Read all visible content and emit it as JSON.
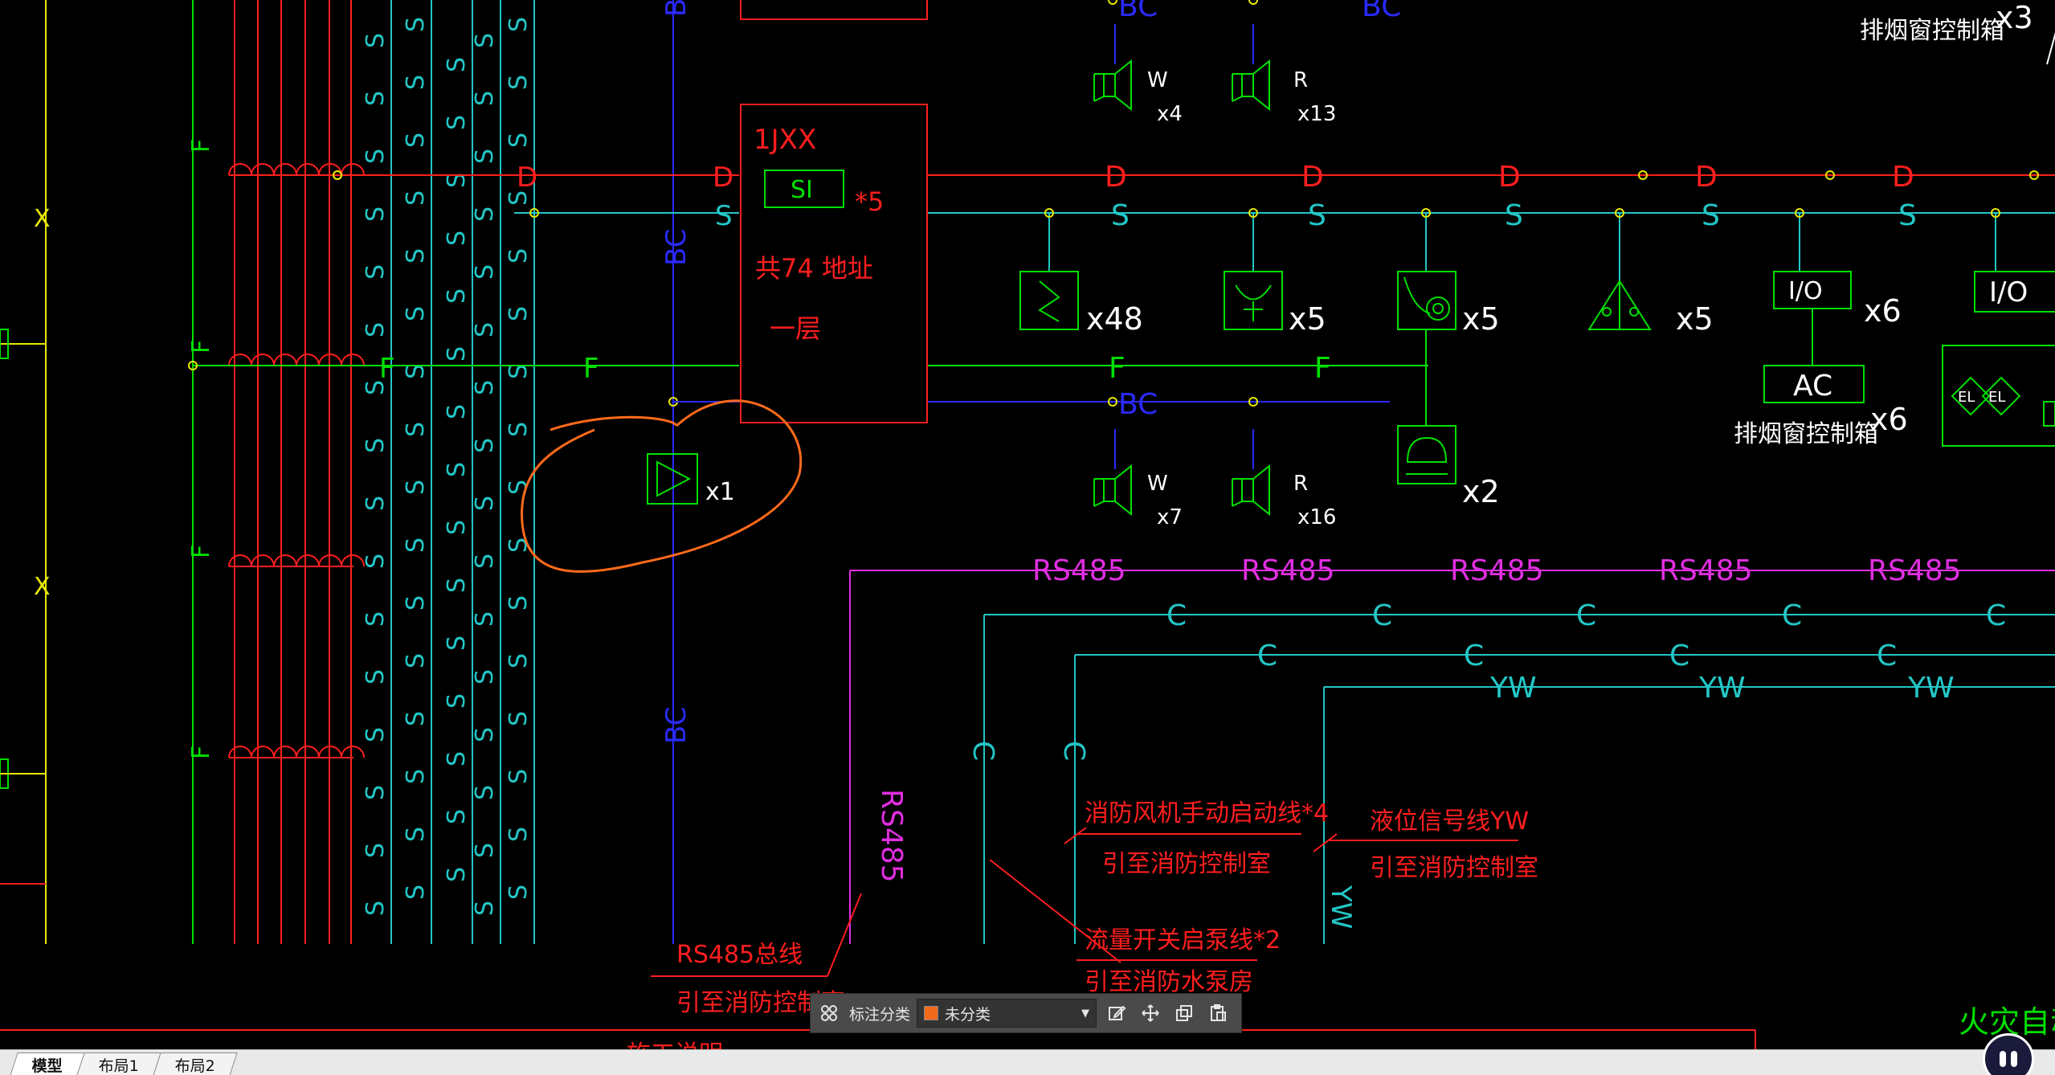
{
  "colors": {
    "red": "#ff1e1e",
    "cyan": "#23c6c6",
    "green": "#00e000",
    "yellow": "#e8e800",
    "blue": "#2a2aff",
    "magenta": "#e02ee0",
    "white": "#ffffff",
    "orange": "#ff6a1a",
    "accent_swatch": "#f26a1b"
  },
  "labels": {
    "jxx": "1JXX",
    "si": "SI",
    "si_count": "*5",
    "address_total": "共74 地址",
    "floor": "一层",
    "x1": "x1",
    "x2": "x2",
    "x3": "x3",
    "x4": "x4",
    "x5": "x5",
    "x6": "x6",
    "x7": "x7",
    "x13": "x13",
    "x16": "x16",
    "x48": "x48",
    "w": "W",
    "r": "R",
    "d": "D",
    "s": "S",
    "f": "F",
    "x_mark": "X",
    "bc": "BC",
    "c": "C",
    "yw": "YW",
    "io": "I/O",
    "ac": "AC",
    "el": "EL",
    "rs485": "RS485",
    "smoke_box": "排烟窗控制箱",
    "fan_manual": "消防风机手动启动线*4",
    "to_control_room_1": "引至消防控制室",
    "level_signal": "液位信号线YW",
    "to_control_room_2": "引至消防控制室",
    "flow_switch": "流量开关启泵线*2",
    "to_pump_room": "引至消防水泵房",
    "rs485_bus": "RS485总线",
    "to_control_room_3": "引至消防控制室",
    "fire_auto": "火灾自动报",
    "bottom_cut": "施工说明"
  },
  "annotation_toolbar": {
    "grid_icon": "grid-icon",
    "category_label": "标注分类",
    "category_value": "未分类",
    "edit_icon": "edit-icon",
    "move_icon": "move-icon",
    "copy_icon": "copy-icon",
    "paste_icon": "paste-icon"
  },
  "tabs": [
    {
      "label": "模型",
      "active": true
    },
    {
      "label": "布局1",
      "active": false
    },
    {
      "label": "布局2",
      "active": false
    }
  ]
}
